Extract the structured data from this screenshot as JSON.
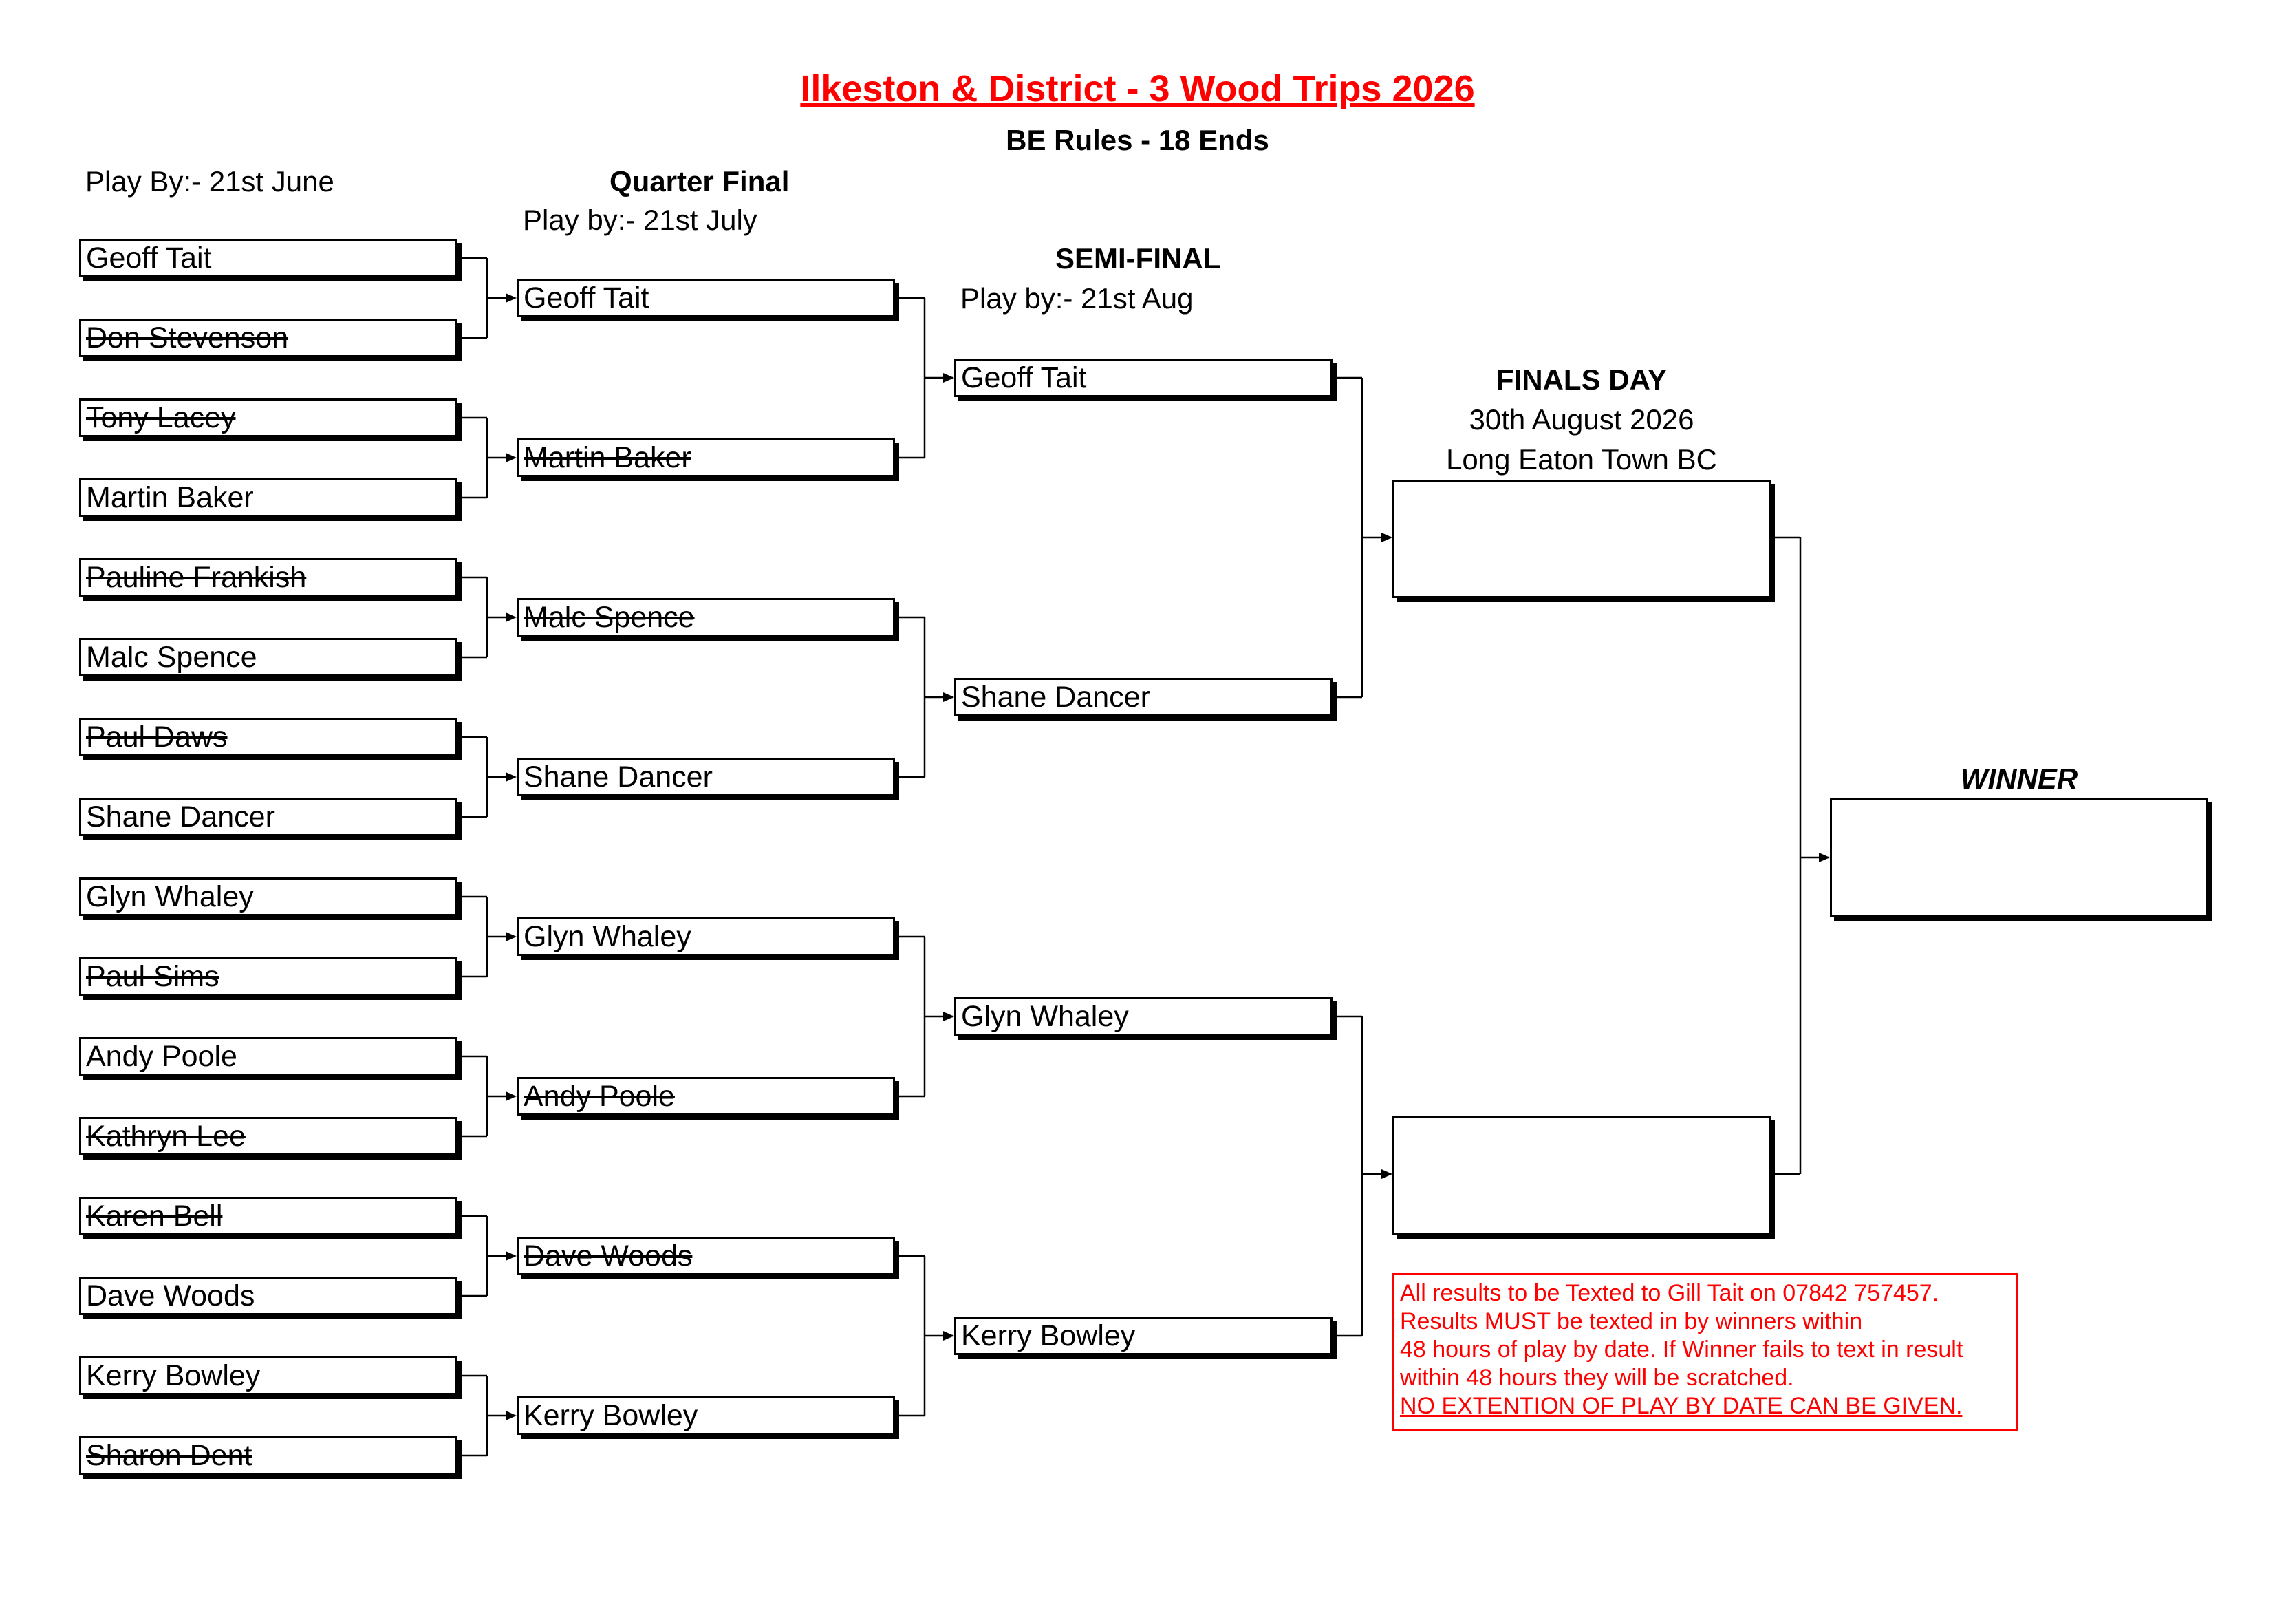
{
  "header": {
    "title": "Ilkeston & District - 3 Wood Trips 2026",
    "subtitle": "BE Rules - 18 Ends"
  },
  "rounds": {
    "first_round": {
      "play_by": "Play By:- 21st June"
    },
    "quarter_final": {
      "label": "Quarter Final",
      "play_by": "Play by:- 21st July"
    },
    "semi_final": {
      "label": "SEMI-FINAL",
      "play_by": "Play by:- 21st Aug"
    },
    "finals_day": {
      "label": "FINALS DAY",
      "date": "30th August 2026",
      "venue": "Long Eaton Town BC"
    },
    "winner": {
      "label": "WINNER"
    }
  },
  "first_round": [
    {
      "name": "Geoff Tait",
      "struck": false
    },
    {
      "name": "Don Stevenson",
      "struck": true
    },
    {
      "name": "Tony Lacey",
      "struck": true
    },
    {
      "name": "Martin Baker",
      "struck": false
    },
    {
      "name": "Pauline Frankish",
      "struck": true
    },
    {
      "name": "Malc Spence",
      "struck": false
    },
    {
      "name": "Paul Daws",
      "struck": true
    },
    {
      "name": "Shane Dancer",
      "struck": false
    },
    {
      "name": "Glyn Whaley",
      "struck": false
    },
    {
      "name": "Paul Sims",
      "struck": true
    },
    {
      "name": "Andy Poole",
      "struck": false
    },
    {
      "name": "Kathryn Lee",
      "struck": true
    },
    {
      "name": "Karen Bell",
      "struck": true
    },
    {
      "name": "Dave Woods",
      "struck": false
    },
    {
      "name": "Kerry Bowley",
      "struck": false
    },
    {
      "name": "Sharon Dent",
      "struck": true
    }
  ],
  "quarter_final": [
    {
      "name": "Geoff Tait",
      "struck": false
    },
    {
      "name": "Martin Baker",
      "struck": true
    },
    {
      "name": "Malc Spence",
      "struck": true
    },
    {
      "name": "Shane Dancer",
      "struck": false
    },
    {
      "name": "Glyn Whaley",
      "struck": false
    },
    {
      "name": "Andy Poole",
      "struck": true
    },
    {
      "name": "Dave Woods",
      "struck": true
    },
    {
      "name": "Kerry Bowley",
      "struck": false
    }
  ],
  "semi_final": [
    {
      "name": "Geoff Tait",
      "struck": false
    },
    {
      "name": "Shane Dancer",
      "struck": false
    },
    {
      "name": "Glyn Whaley",
      "struck": false
    },
    {
      "name": "Kerry Bowley",
      "struck": false
    }
  ],
  "final": [
    {
      "name": "",
      "struck": false
    },
    {
      "name": "",
      "struck": false
    }
  ],
  "champion": {
    "name": ""
  },
  "notice": {
    "line1": "All results to be Texted to Gill Tait on 07842 757457.",
    "line2": "Results MUST be texted in by winners within",
    "line3": "48 hours of play by date. If Winner fails to text in result",
    "line4": "within 48 hours they will be scratched.",
    "line5": "NO EXTENTION OF PLAY BY DATE CAN BE GIVEN."
  },
  "colors": {
    "title": "#ff0000",
    "notice": "#ff0000",
    "lines": "#000000"
  }
}
